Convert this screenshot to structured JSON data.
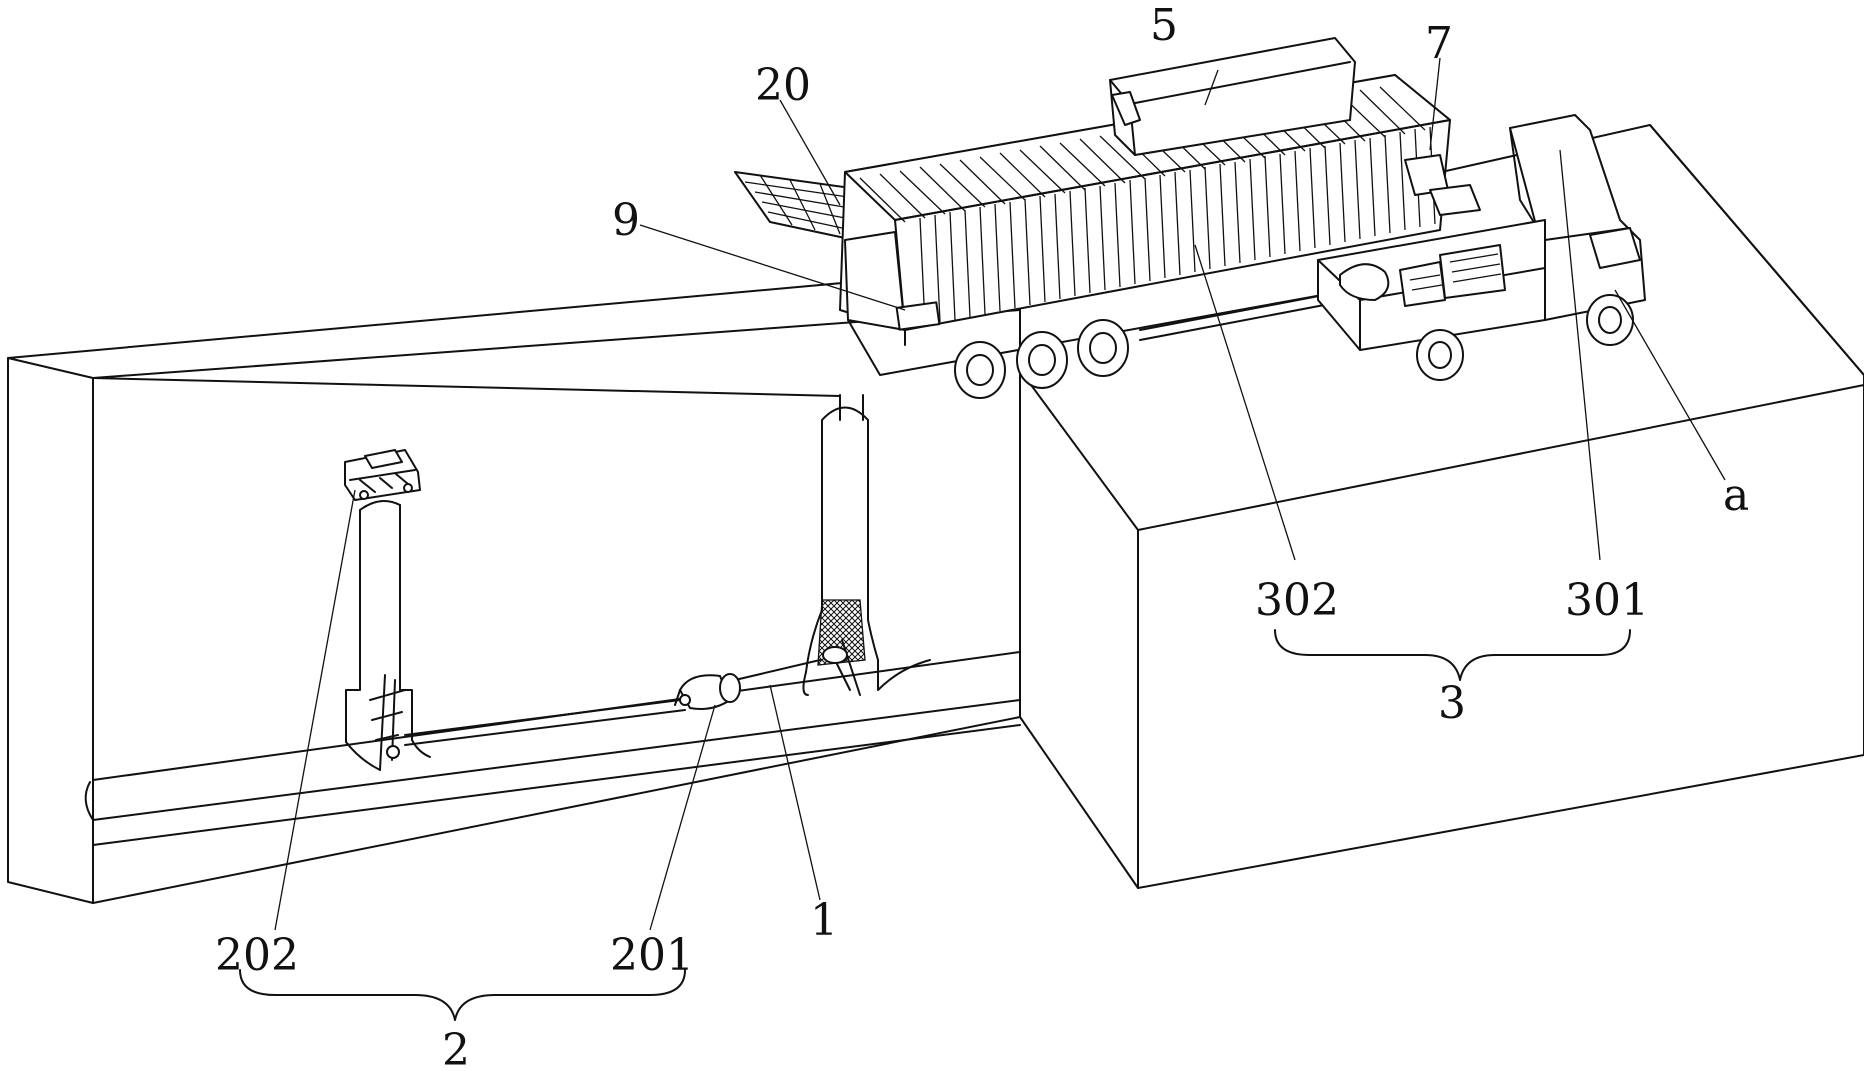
{
  "labels": {
    "l_5": "5",
    "l_7": "7",
    "l_20": "20",
    "l_9": "9",
    "l_302": "302",
    "l_301": "301",
    "l_3": "3",
    "l_a": "a",
    "l_202": "202",
    "l_201": "201",
    "l_1": "1",
    "l_2": "2"
  }
}
